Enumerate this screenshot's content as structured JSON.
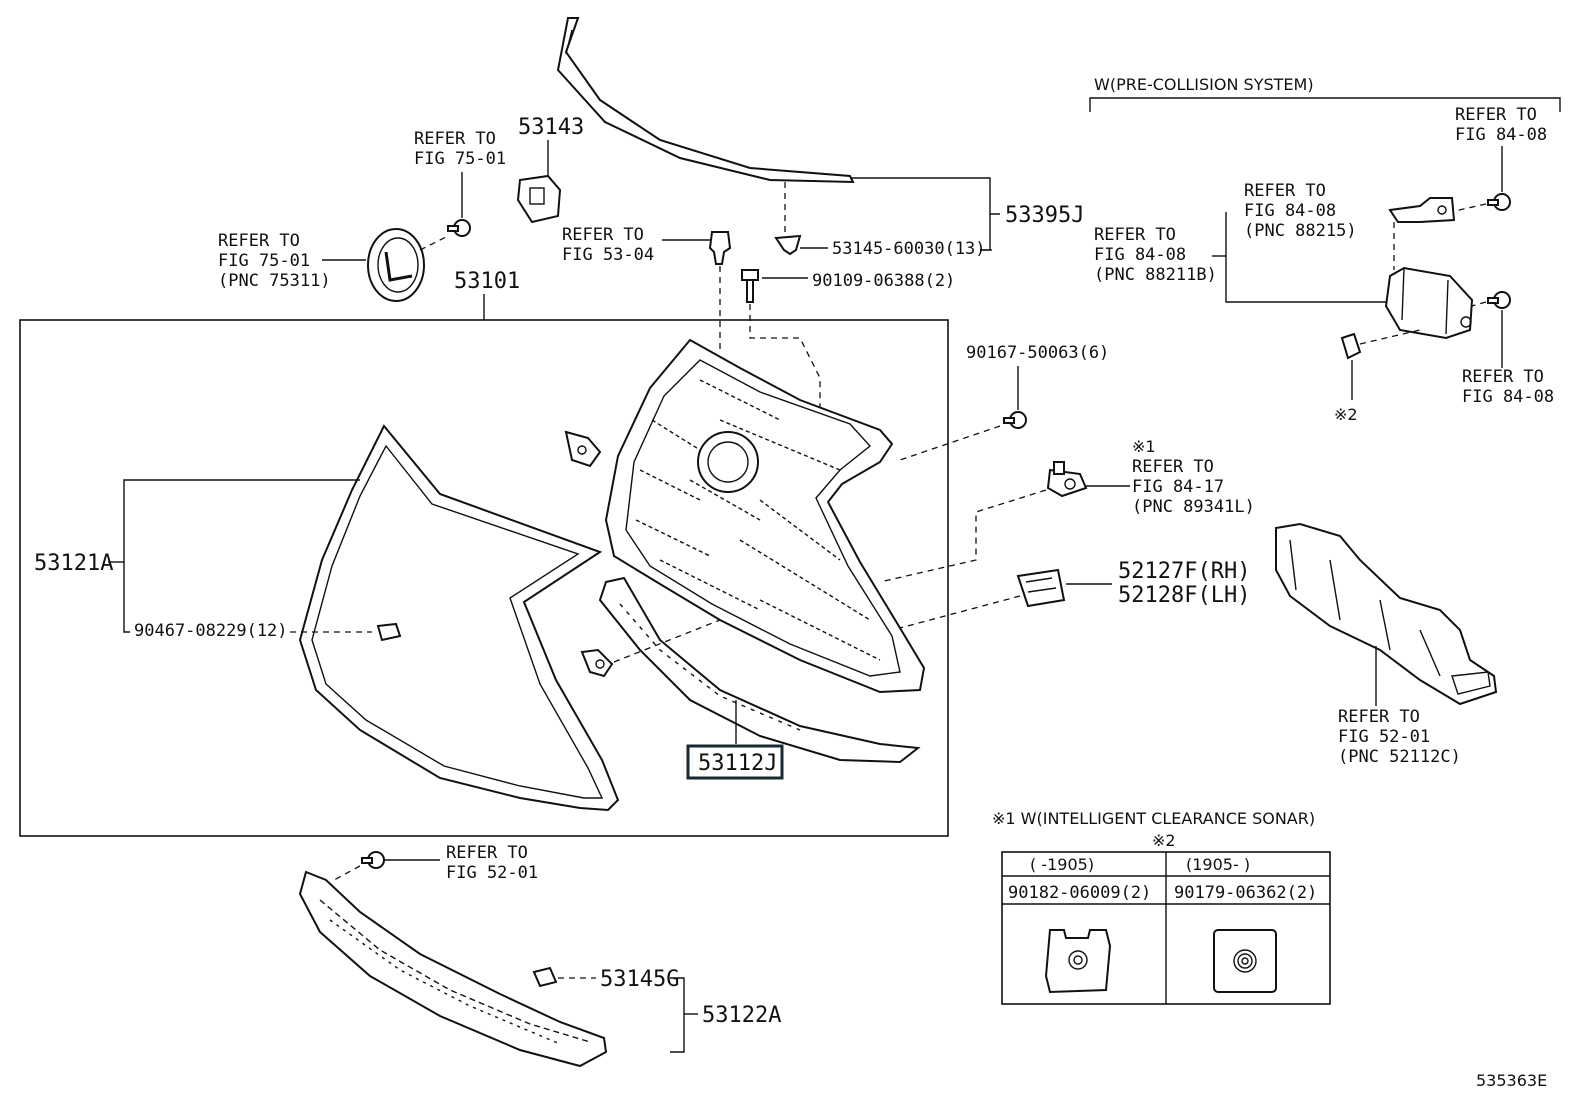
{
  "diagram_id": "535363E",
  "labels": {
    "refer_75_01_a_l1": "REFER TO",
    "refer_75_01_a_l2": "FIG 75-01",
    "refer_75_01_b_l1": "REFER TO",
    "refer_75_01_b_l2": "FIG 75-01",
    "refer_75_01_b_l3": "(PNC 75311)",
    "p53143": "53143",
    "refer_53_04_l1": "REFER TO",
    "refer_53_04_l2": "FIG 53-04",
    "p53101": "53101",
    "p53395j": "53395J",
    "p53145_60030": "53145-60030(13)",
    "p90109_06388": "90109-06388(2)",
    "p90167_50063": "90167-50063(6)",
    "p53121a": "53121A",
    "p90467_08229": "90467-08229(12)",
    "p53112j": "53112J",
    "sonar_mark": "※1",
    "refer_84_17_l1": "REFER TO",
    "refer_84_17_l2": "FIG 84-17",
    "refer_84_17_l3": "(PNC 89341L)",
    "p52127f": "52127F(RH)",
    "p52128f": "52128F(LH)",
    "pcs_title": "W(PRE-COLLISION SYSTEM)",
    "refer_84_08_a_l1": "REFER TO",
    "refer_84_08_a_l2": "FIG 84-08",
    "refer_84_08_b_l1": "REFER TO",
    "refer_84_08_b_l2": "FIG 84-08",
    "refer_84_08_b_l3": "(PNC 88215)",
    "refer_84_08_c_l1": "REFER TO",
    "refer_84_08_c_l2": "FIG 84-08",
    "refer_84_08_c_l3": "(PNC 88211B)",
    "refer_84_08_d_l1": "REFER TO",
    "refer_84_08_d_l2": "FIG 84-08",
    "note2_mark": "※2",
    "refer_52_01_a_l1": "REFER TO",
    "refer_52_01_a_l2": "FIG 52-01",
    "refer_52_01_a_l3": "(PNC 52112C)",
    "refer_52_01_b_l1": "REFER TO",
    "refer_52_01_b_l2": "FIG 52-01",
    "p53145g": "53145G",
    "p53122a": "53122A",
    "sonar_note": "※1 W(INTELLIGENT CLEARANCE SONAR)",
    "table_mark": "※2"
  },
  "table": {
    "col1_header": "(   -1905)",
    "col2_header": "(1905-   )",
    "col1_part": "90182-06009(2)",
    "col2_part": "90179-06362(2)"
  }
}
